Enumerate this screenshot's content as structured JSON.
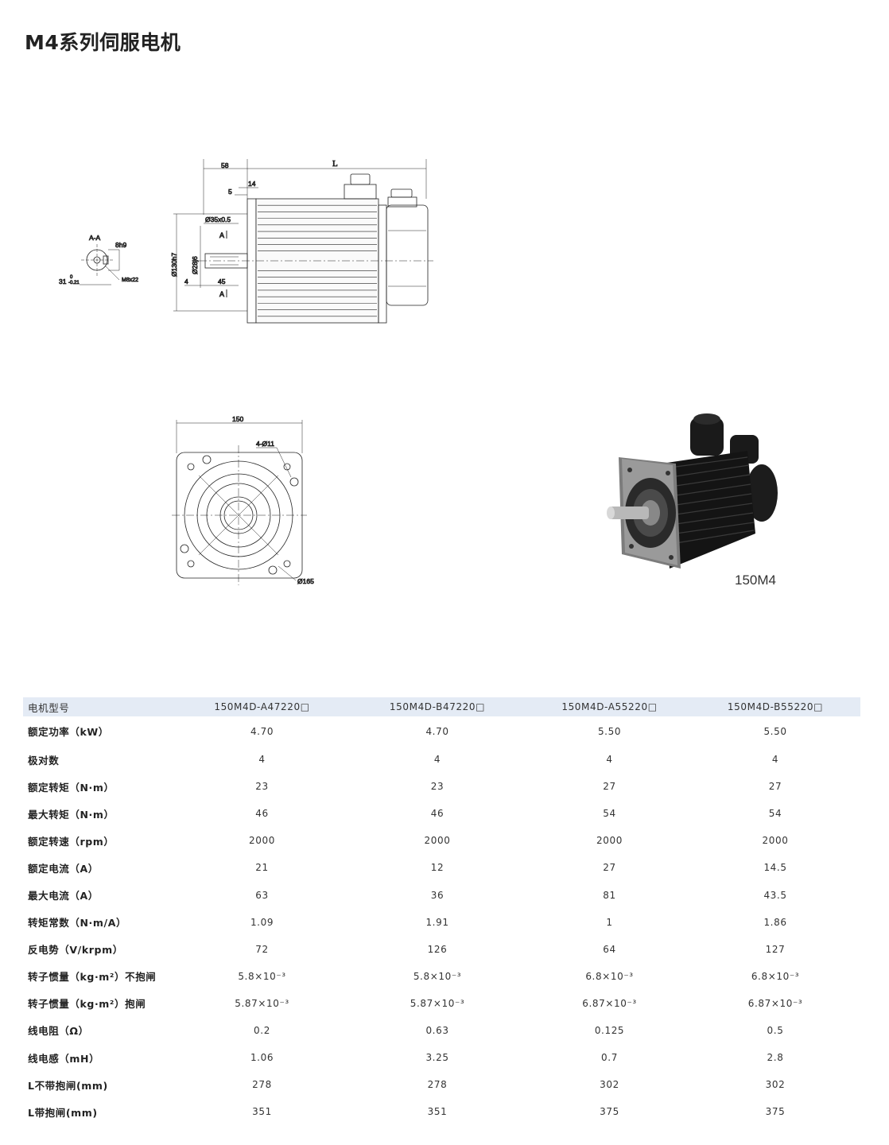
{
  "page_title": "M4系列伺服电机",
  "side_drawing": {
    "section_label": "A-A",
    "dims": {
      "length": "L",
      "flange_offset": "58",
      "d14": "14",
      "d5": "5",
      "d35": "Ø35x0.5",
      "d130": "Ø130h7",
      "d28": "Ø28j6",
      "d4": "4",
      "d45": "45",
      "section_a_top": "A",
      "section_a_bottom": "A",
      "key_width": "8h9",
      "thread": "M8x22",
      "key_depth": "31",
      "key_tol_upper": "0",
      "key_tol_lower": "-0.21"
    }
  },
  "front_drawing": {
    "dims": {
      "width": "150",
      "holes": "4-Ø11",
      "pcd": "Ø165"
    }
  },
  "photo": {
    "caption": "150M4"
  },
  "spec_table": {
    "header": {
      "label": "电机型号",
      "models": [
        "150M4D-A47220□",
        "150M4D-B47220□",
        "150M4D-A55220□",
        "150M4D-B55220□"
      ]
    },
    "rows": [
      {
        "label": "额定功率（kW）",
        "values": [
          "4.70",
          "4.70",
          "5.50",
          "5.50"
        ]
      },
      {
        "label": "极对数",
        "values": [
          "4",
          "4",
          "4",
          "4"
        ]
      },
      {
        "label": "额定转矩（N·m）",
        "values": [
          "23",
          "23",
          "27",
          "27"
        ]
      },
      {
        "label": "最大转矩（N·m）",
        "values": [
          "46",
          "46",
          "54",
          "54"
        ]
      },
      {
        "label": "额定转速（rpm）",
        "values": [
          "2000",
          "2000",
          "2000",
          "2000"
        ]
      },
      {
        "label": "额定电流（A）",
        "values": [
          "21",
          "12",
          "27",
          "14.5"
        ]
      },
      {
        "label": "最大电流（A）",
        "values": [
          "63",
          "36",
          "81",
          "43.5"
        ]
      },
      {
        "label": "转矩常数（N·m/A）",
        "values": [
          "1.09",
          "1.91",
          "1",
          "1.86"
        ]
      },
      {
        "label": "反电势（V/krpm）",
        "values": [
          "72",
          "126",
          "64",
          "127"
        ]
      },
      {
        "label": "转子惯量（kg·m²）不抱闸",
        "values": [
          "5.8×10⁻³",
          "5.8×10⁻³",
          "6.8×10⁻³",
          "6.8×10⁻³"
        ]
      },
      {
        "label": "转子惯量（kg·m²）抱闸",
        "values": [
          "5.87×10⁻³",
          "5.87×10⁻³",
          "6.87×10⁻³",
          "6.87×10⁻³"
        ]
      },
      {
        "label": "线电阻（Ω）",
        "values": [
          "0.2",
          "0.63",
          "0.125",
          "0.5"
        ]
      },
      {
        "label": "线电感（mH）",
        "values": [
          "1.06",
          "3.25",
          "0.7",
          "2.8"
        ]
      },
      {
        "label": "L不带抱闸(mm)",
        "values": [
          "278",
          "278",
          "302",
          "302"
        ]
      },
      {
        "label": "L带抱闸(mm)",
        "values": [
          "351",
          "351",
          "375",
          "375"
        ]
      }
    ]
  }
}
